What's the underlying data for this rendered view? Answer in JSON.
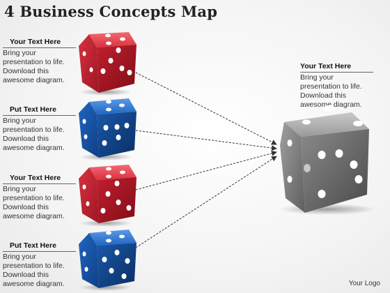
{
  "title": "4 Business Concepts Map",
  "left_items": [
    {
      "heading": "Your Text Here",
      "body": "Bring your presentation to life. Download this awesome diagram.",
      "die_color": "red"
    },
    {
      "heading": "Put Text Here",
      "body": "Bring your presentation to life. Download this awesome diagram.",
      "die_color": "blue"
    },
    {
      "heading": "Your Text Here",
      "body": "Bring your presentation to life. Download this awesome diagram.",
      "die_color": "red"
    },
    {
      "heading": "Put Text Here",
      "body": "Bring your presentation to life. Download this awesome diagram.",
      "die_color": "blue"
    }
  ],
  "right_item": {
    "heading": "Your Text Here",
    "body": "Bring your presentation to life. Download this awesome diagram.",
    "die_color": "gray"
  },
  "footer": "Your Logo",
  "colors": {
    "red": "#d9313f",
    "blue": "#1f66c2",
    "gray": "#8a8a8a",
    "connector": "#333333"
  }
}
